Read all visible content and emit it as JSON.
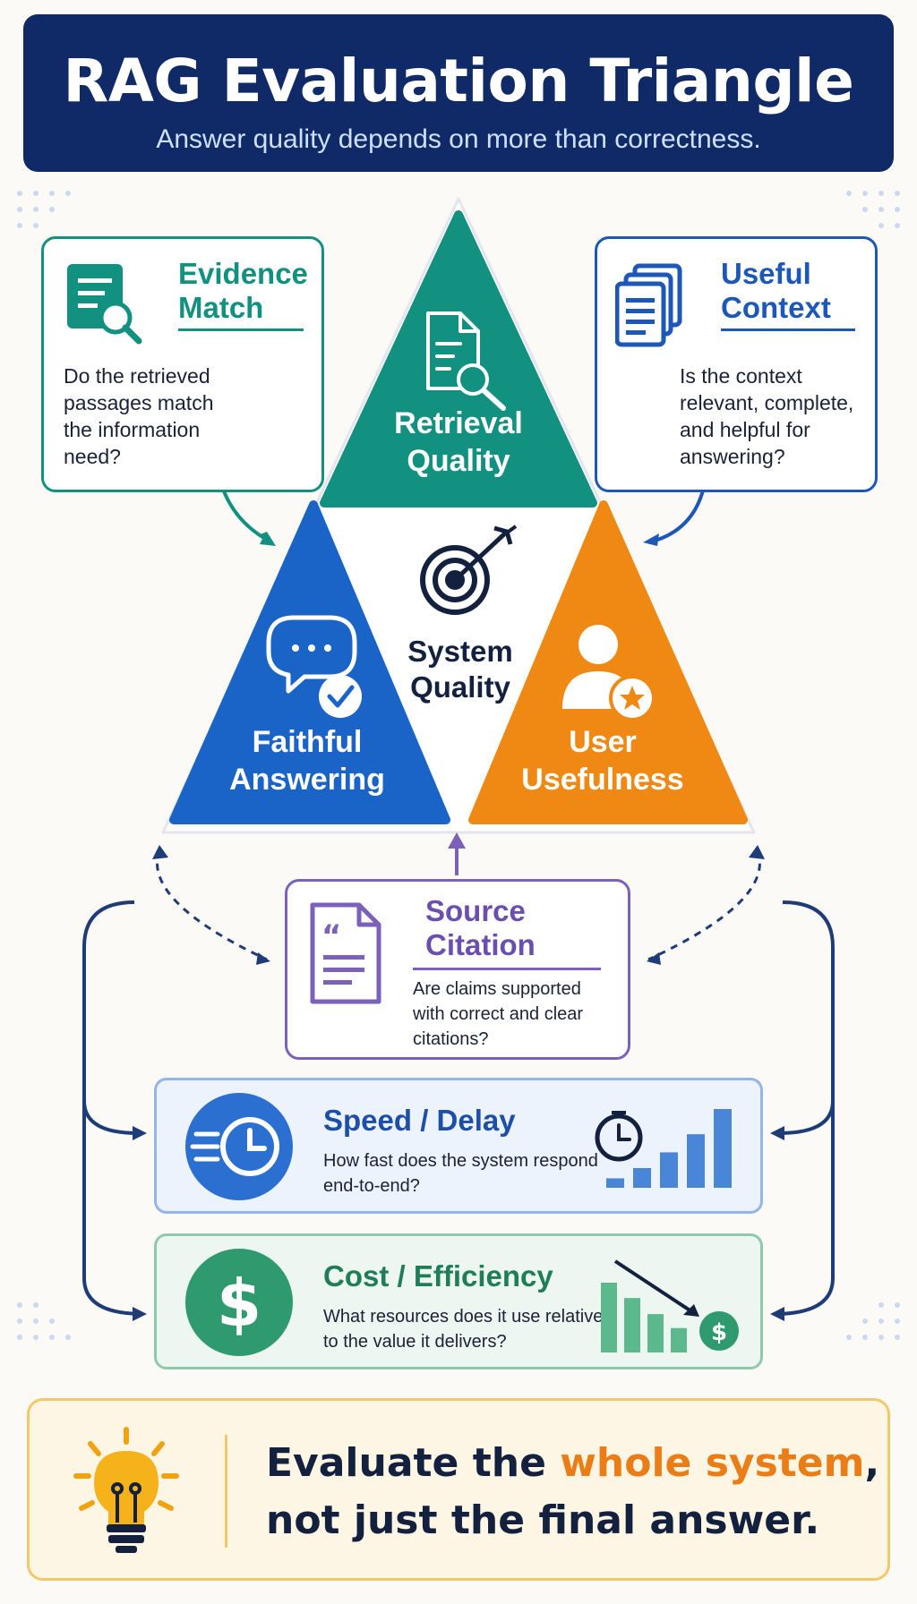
{
  "header": {
    "title": "RAG Evaluation Triangle",
    "subtitle": "Answer quality depends on more than correctness."
  },
  "evidence_card": {
    "title_line1": "Evidence",
    "title_line2": "Match",
    "desc_line1": "Do the retrieved",
    "desc_line2": "passages match",
    "desc_line3": "the information",
    "desc_line4": "need?",
    "icon": "document-search-icon"
  },
  "useful_card": {
    "title_line1": "Useful",
    "title_line2": "Context",
    "desc_line1": "Is the context",
    "desc_line2": "relevant, complete,",
    "desc_line3": "and helpful for",
    "desc_line4": "answering?",
    "icon": "stacked-documents-icon"
  },
  "triangle": {
    "top": {
      "line1": "Retrieval",
      "line2": "Quality",
      "color": "#139180",
      "icon": "document-search-icon"
    },
    "left": {
      "line1": "Faithful",
      "line2": "Answering",
      "color": "#1a64c8",
      "icon": "chat-check-icon"
    },
    "right": {
      "line1": "User",
      "line2": "Usefulness",
      "color": "#f08914",
      "icon": "user-star-icon"
    },
    "center": {
      "line1": "System",
      "line2": "Quality",
      "icon": "target-icon"
    }
  },
  "source_card": {
    "title_line1": "Source",
    "title_line2": "Citation",
    "desc_line1": "Are claims supported",
    "desc_line2": "with correct and clear",
    "desc_line3": "citations?",
    "icon": "quote-document-icon"
  },
  "speed_panel": {
    "title": "Speed / Delay",
    "desc_line1": "How fast does the system respond",
    "desc_line2": "end-to-end?",
    "icon": "fast-clock-icon",
    "bars": [
      0.12,
      0.25,
      0.45,
      0.68,
      1.0
    ]
  },
  "cost_panel": {
    "title": "Cost / Efficiency",
    "desc_line1": "What resources does it use relative",
    "desc_line2": "to the value it delivers?",
    "icon": "dollar-icon",
    "bars": [
      1.0,
      0.78,
      0.55,
      0.35
    ]
  },
  "footer": {
    "line1_pre": "Evaluate the ",
    "line1_accent": "whole system",
    "line1_post": ",",
    "line2": "not just the final answer.",
    "icon": "lightbulb-icon"
  },
  "colors": {
    "navy": "#0f2a66",
    "teal": "#139180",
    "blue": "#1a64c8",
    "orange": "#f08914",
    "purple": "#7b62b8",
    "green": "#2f9a6e"
  }
}
